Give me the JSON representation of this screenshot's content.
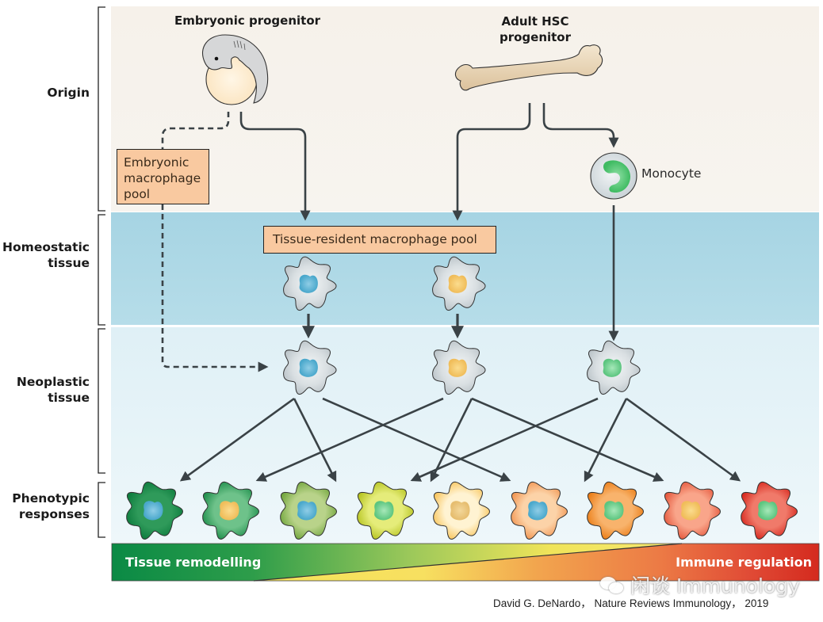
{
  "rows": {
    "origin": "Origin",
    "homeostatic": [
      "Homeostatic",
      "tissue"
    ],
    "neoplastic": [
      "Neoplastic",
      "tissue"
    ],
    "phenotypic": [
      "Phenotypic",
      "responses"
    ]
  },
  "origin_nodes": {
    "embryonic_title": "Embryonic progenitor",
    "adult_title": [
      "Adult HSC",
      "progenitor"
    ],
    "monocyte_label": "Monocyte"
  },
  "pools": {
    "embryonic": [
      "Embryonic",
      "macrophage",
      "pool"
    ],
    "tissue_resident": "Tissue-resident macrophage pool"
  },
  "cells": {
    "homeostatic": [
      {
        "nucleus": "blue"
      },
      {
        "nucleus": "yellow"
      }
    ],
    "neoplastic": [
      {
        "nucleus": "blue",
        "source": "embryonic + tissue-resident"
      },
      {
        "nucleus": "yellow",
        "source": "tissue-resident (HSC)"
      },
      {
        "nucleus": "green",
        "source": "monocyte"
      }
    ],
    "phenotypic": [
      {
        "body": "dark-green",
        "nucleus": "blue"
      },
      {
        "body": "green",
        "nucleus": "yellow"
      },
      {
        "body": "olive-green",
        "nucleus": "blue"
      },
      {
        "body": "yellow-green",
        "nucleus": "green"
      },
      {
        "body": "light-yellow",
        "nucleus": "yellow"
      },
      {
        "body": "light-orange",
        "nucleus": "blue"
      },
      {
        "body": "orange",
        "nucleus": "green"
      },
      {
        "body": "red-orange",
        "nucleus": "yellow"
      },
      {
        "body": "red",
        "nucleus": "green"
      }
    ]
  },
  "edges": [
    {
      "from": "neoplastic-1",
      "to": [
        "phenotypic-1",
        "phenotypic-3",
        "phenotypic-6"
      ]
    },
    {
      "from": "neoplastic-2",
      "to": [
        "phenotypic-2",
        "phenotypic-5",
        "phenotypic-8"
      ]
    },
    {
      "from": "neoplastic-3",
      "to": [
        "phenotypic-4",
        "phenotypic-7",
        "phenotypic-9"
      ]
    }
  ],
  "spectrum": {
    "left_label": "Tissue remodelling",
    "right_label": "Immune regulation"
  },
  "colors": {
    "origin_bg": "#f6f2ec",
    "homeostatic_bg": "#a9d6e4",
    "neoplastic_bg": "#e3f1f6",
    "pool_fill": "#f9c9a0",
    "arrow": "#3a4246",
    "nucleus_blue": "#5fb3d3",
    "nucleus_yellow": "#f2c66a",
    "nucleus_green": "#6fd08f"
  },
  "watermark": "闲谈 Immunology",
  "citation": "David G. DeNardo， Nature Reviews Immunology， 2019"
}
